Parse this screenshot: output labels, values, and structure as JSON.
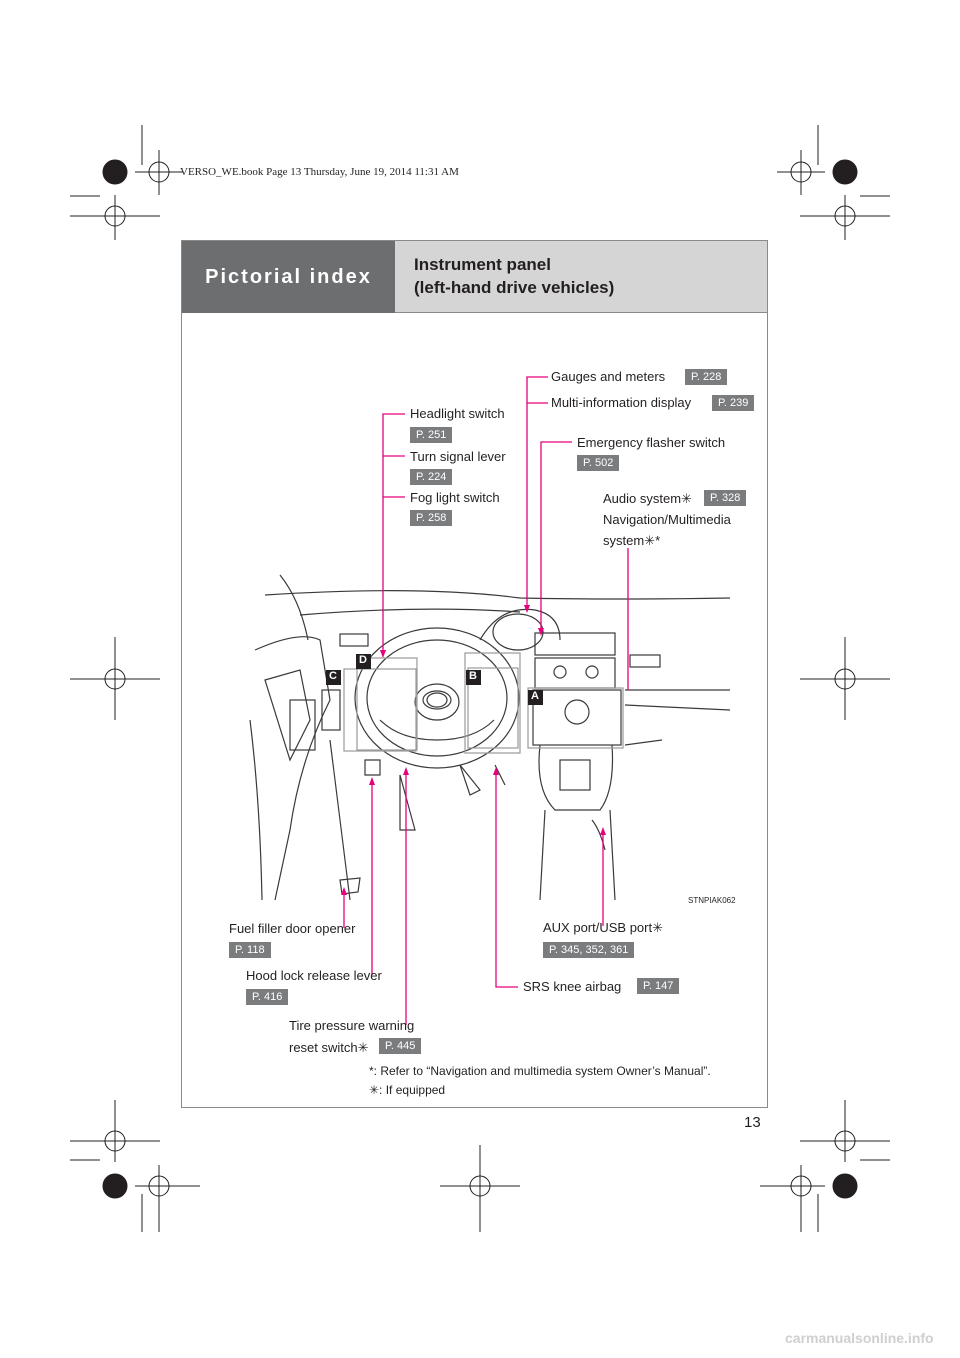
{
  "header": {
    "file_info": "VERSO_WE.book  Page 13  Thursday, June 19, 2014  11:31 AM"
  },
  "section": {
    "name": "Pictorial index",
    "title_line1": "Instrument panel",
    "title_line2": "(left-hand drive vehicles)"
  },
  "callouts": {
    "gauges": {
      "label": "Gauges and meters",
      "page": "P. 228"
    },
    "multi_info": {
      "label": "Multi-information display",
      "page": "P. 239"
    },
    "headlight": {
      "label": "Headlight switch",
      "page": "P. 251"
    },
    "turn_signal": {
      "label": "Turn signal lever",
      "page": "P. 224"
    },
    "fog_light": {
      "label": "Fog light switch",
      "page": "P. 258"
    },
    "emergency": {
      "label": "Emergency flasher switch",
      "page": "P. 502"
    },
    "audio": {
      "label": "Audio system✳",
      "page": "P. 328",
      "nav_line1": "Navigation/Multimedia",
      "nav_line2": "system✳*"
    },
    "fuel_filler": {
      "label": "Fuel filler door opener",
      "page": "P. 118"
    },
    "hood_lock": {
      "label": "Hood lock release lever",
      "page": "P. 416"
    },
    "tire_pressure": {
      "label_line1": "Tire pressure warning",
      "label_line2": "reset switch✳",
      "page": "P. 445"
    },
    "aux_usb": {
      "label": "AUX  port/USB port✳",
      "page": "P. 345, 352, 361"
    },
    "srs_knee": {
      "label": "SRS knee airbag",
      "page": "P. 147"
    }
  },
  "figure": {
    "code": "STNPIAK062",
    "markers": [
      "A",
      "B",
      "C",
      "D"
    ]
  },
  "notes": {
    "nav_note": "*: Refer to “Navigation and multimedia system Owner’s Manual”.",
    "equipped_note": "✳: If equipped"
  },
  "page_number": "13",
  "watermark": "carmanualsonline.info",
  "colors": {
    "leader": "#e6007e",
    "badge": "#7b7c7e",
    "section_dark": "#6d6e70",
    "section_light": "#d5d5d5"
  }
}
